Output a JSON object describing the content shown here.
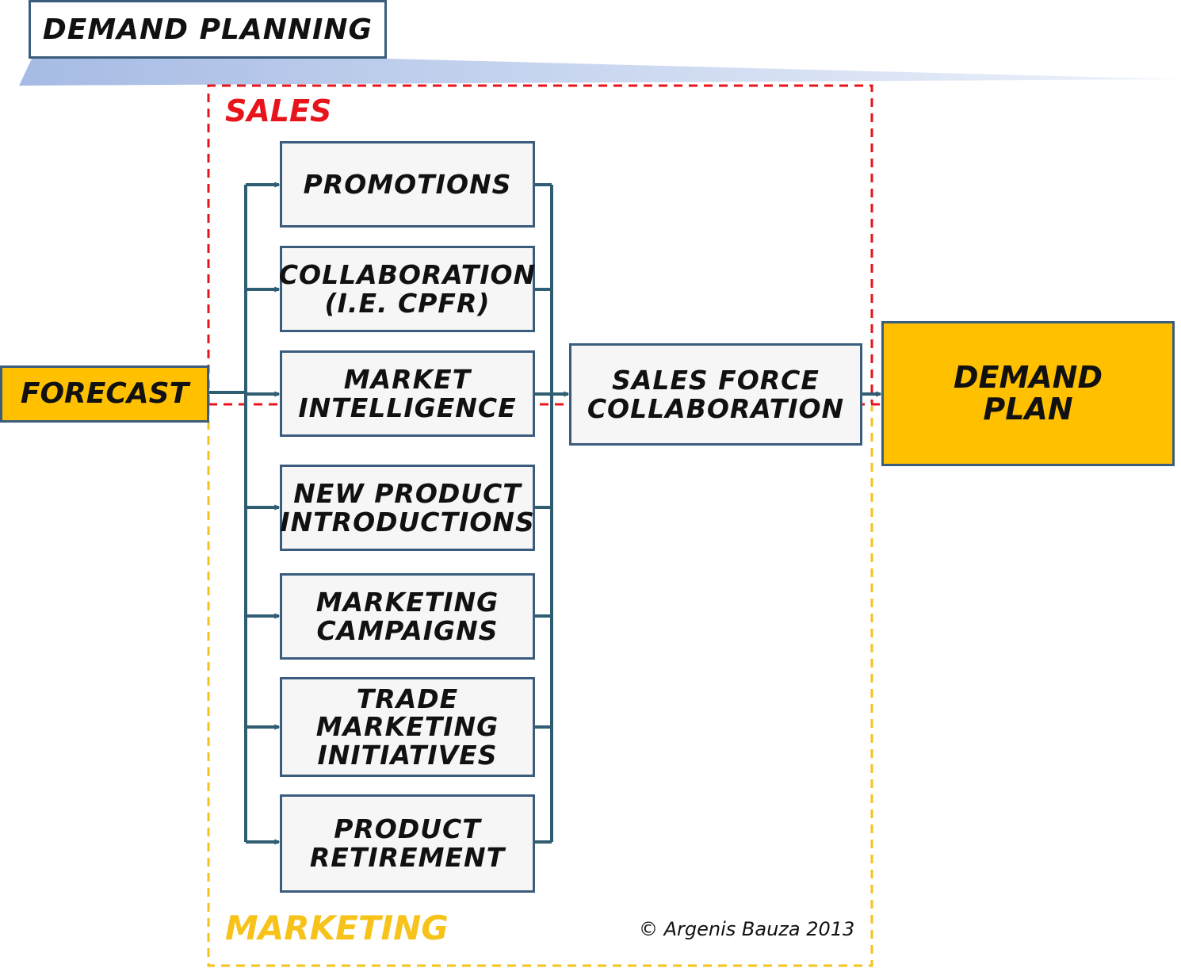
{
  "header": {
    "title": "DEMAND PLANNING"
  },
  "groups": {
    "sales": "SALES",
    "marketing": "MARKETING"
  },
  "inputs": {
    "forecast": "FORECAST"
  },
  "activities": [
    {
      "line1": "PROMOTIONS",
      "line2": "",
      "line3": ""
    },
    {
      "line1": "COLLABORATION",
      "line2": "(I.E. CPFR)",
      "line3": ""
    },
    {
      "line1": "MARKET",
      "line2": "INTELLIGENCE",
      "line3": ""
    },
    {
      "line1": "NEW PRODUCT",
      "line2": "INTRODUCTIONS",
      "line3": ""
    },
    {
      "line1": "MARKETING",
      "line2": "CAMPAIGNS",
      "line3": ""
    },
    {
      "line1": "TRADE",
      "line2": "MARKETING",
      "line3": "INITIATIVES"
    },
    {
      "line1": "PRODUCT",
      "line2": "RETIREMENT",
      "line3": ""
    }
  ],
  "collaboration": {
    "line1": "SALES FORCE",
    "line2": "COLLABORATION"
  },
  "output": {
    "line1": "DEMAND",
    "line2": "PLAN"
  },
  "footer": {
    "copyright": "© Argenis Bauza 2013"
  },
  "colors": {
    "wire": "#2f5d72",
    "box_border": "#3a5c7d",
    "box_fill": "#f6f6f6",
    "highlight": "#ffc000",
    "sales": "#e8141b",
    "marketing": "#f7c31a",
    "banner": "#a9bde6"
  }
}
